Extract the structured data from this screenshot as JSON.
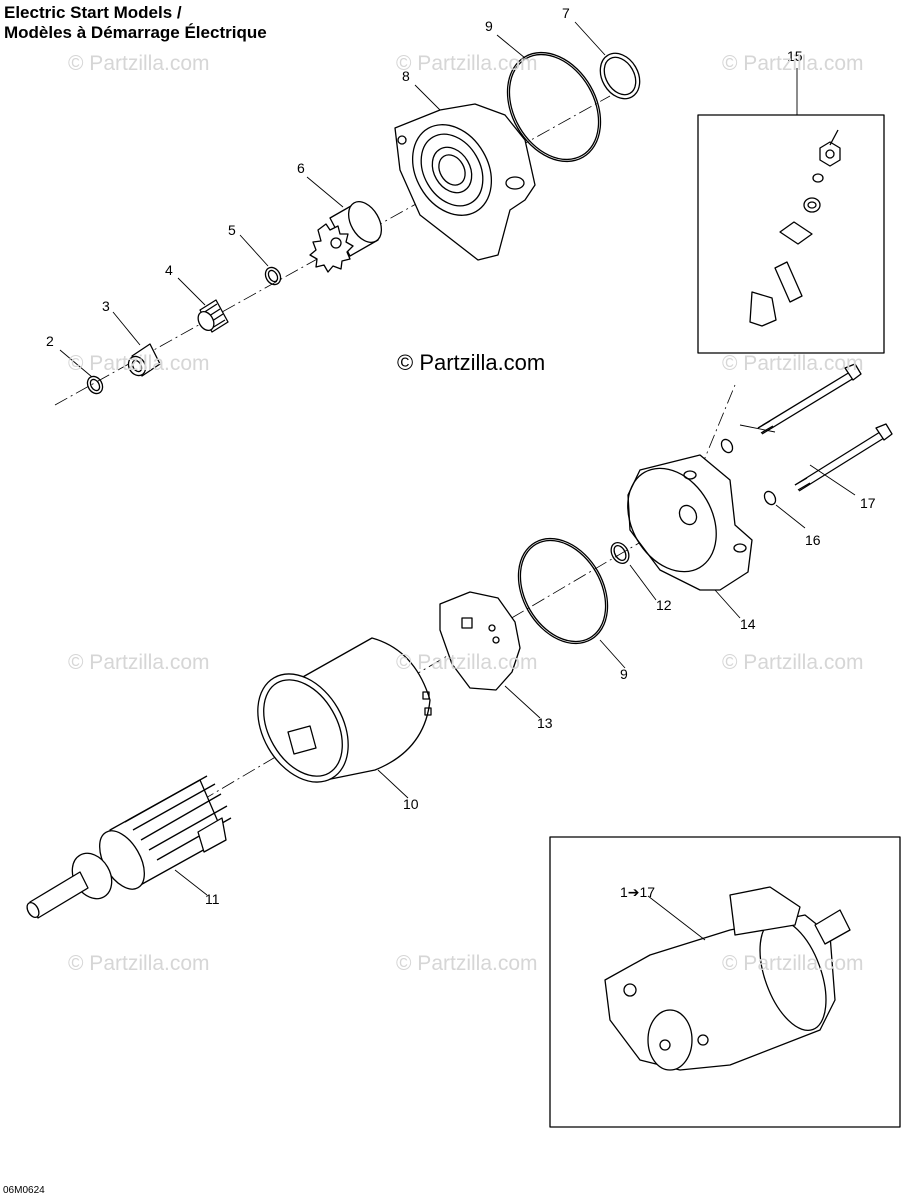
{
  "title_line1": "Electric Start Models /",
  "title_line2": "Modèles à Démarrage Électrique",
  "copyright": "© Partzilla.com",
  "watermark": "© Partzilla.com",
  "drawing_code": "06M0624",
  "callouts": {
    "c2": "2",
    "c3": "3",
    "c4": "4",
    "c5": "5",
    "c6": "6",
    "c7": "7",
    "c8": "8",
    "c9a": "9",
    "c9b": "9",
    "c10": "10",
    "c11": "11",
    "c12": "12",
    "c13": "13",
    "c14": "14",
    "c15": "15",
    "c16": "16",
    "c17": "17",
    "c1to17": "1➔17"
  }
}
